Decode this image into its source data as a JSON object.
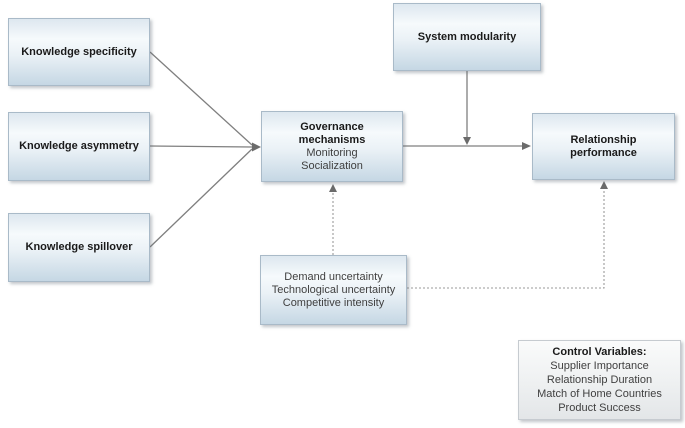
{
  "boxes": {
    "knowledge_specificity": {
      "title": "Knowledge specificity"
    },
    "knowledge_asymmetry": {
      "title": "Knowledge asymmetry"
    },
    "knowledge_spillover": {
      "title": "Knowledge spillover"
    },
    "governance": {
      "title": "Governance mechanisms",
      "sub_lines": [
        "Monitoring",
        "Socialization"
      ]
    },
    "system_modularity": {
      "title": "System modularity"
    },
    "relationship_performance": {
      "title": "Relationship performance"
    },
    "environment_moderators": {
      "lines": [
        "Demand uncertainty",
        "Technological uncertainty",
        "Competitive intensity"
      ]
    },
    "control_variables": {
      "title": "Control Variables:",
      "items": [
        "Supplier Importance",
        "Relationship Duration",
        "Match of Home Countries",
        "Product Success"
      ]
    }
  },
  "colors": {
    "border": "#a9bac8",
    "arrow": "#7f7f7f",
    "arrowhead": "#6b6b6b",
    "dotted": "#9a9a9a",
    "text": "#1a1a1a",
    "subtext": "#3f3f3f"
  }
}
